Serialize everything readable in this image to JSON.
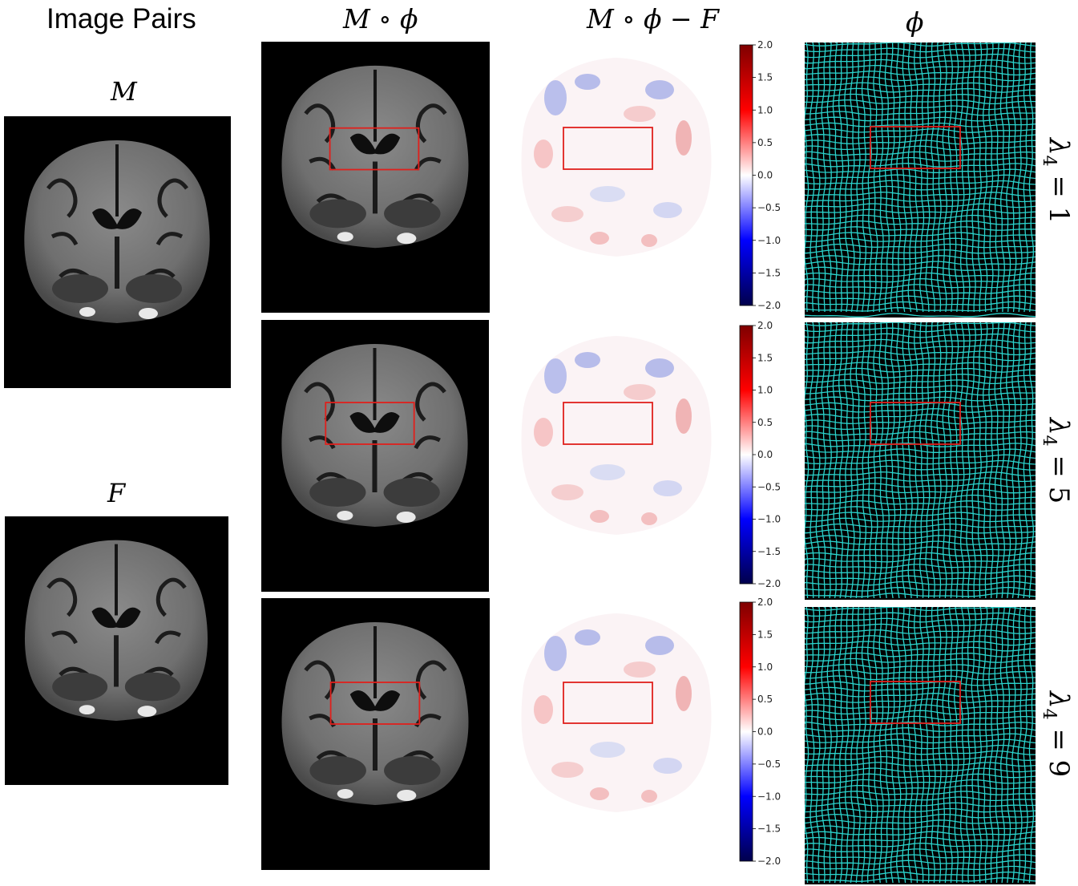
{
  "headers": {
    "col0": "Image Pairs",
    "col1": "M ∘ ϕ",
    "col2": "M ∘ ϕ − F",
    "col3": "ϕ"
  },
  "pair_labels": {
    "moving": "M",
    "fixed": "F"
  },
  "rows": [
    {
      "lambda_label": "λ",
      "lambda_sub": "4",
      "lambda_value": "= 1"
    },
    {
      "lambda_label": "λ",
      "lambda_sub": "4",
      "lambda_value": "= 5"
    },
    {
      "lambda_label": "λ",
      "lambda_sub": "4",
      "lambda_value": "= 9"
    }
  ],
  "colorbar": {
    "ticks": [
      "2.0",
      "1.5",
      "1.0",
      "0.5",
      "0.0",
      "−0.5",
      "−1.0",
      "−1.5",
      "−2.0"
    ],
    "min": -2.0,
    "max": 2.0,
    "cmap": [
      "#00004c",
      "#0000ff",
      "#ffffff",
      "#ff0000",
      "#7f0000"
    ]
  },
  "colors": {
    "roi_box": "#e0201c",
    "grid_line": "#2bd3cc",
    "background_image": "#000000"
  }
}
